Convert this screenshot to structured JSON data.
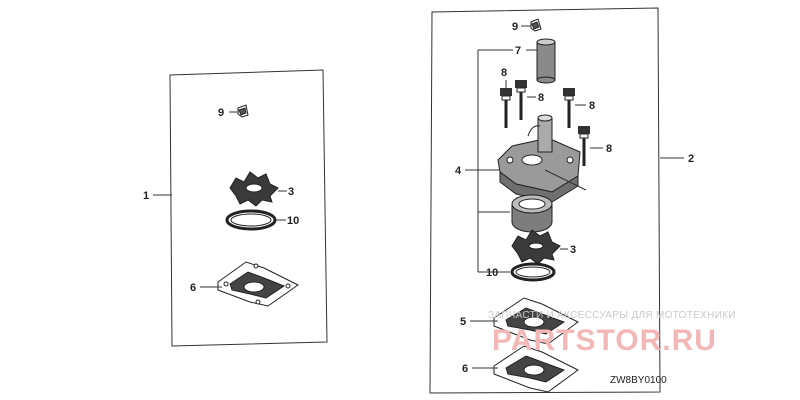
{
  "callouts": {
    "c1": "1",
    "c2": "2",
    "c3_left": "3",
    "c3_right": "3",
    "c4": "4",
    "c5": "5",
    "c6_left": "6",
    "c6_right": "6",
    "c7": "7",
    "c8_a": "8",
    "c8_b": "8",
    "c8_c": "8",
    "c8_d": "8",
    "c9_left": "9",
    "c9_right": "9",
    "c10_left": "10",
    "c10_right": "10"
  },
  "drawing_code": "ZW8BY0100",
  "watermark": {
    "tagline": "ЗАПЧАСТИ И АКСЕССУАРЫ ДЛЯ МОТОТЕХНИКИ",
    "brand": "PARTSTOR.RU",
    "color": "#f2b7b7"
  }
}
